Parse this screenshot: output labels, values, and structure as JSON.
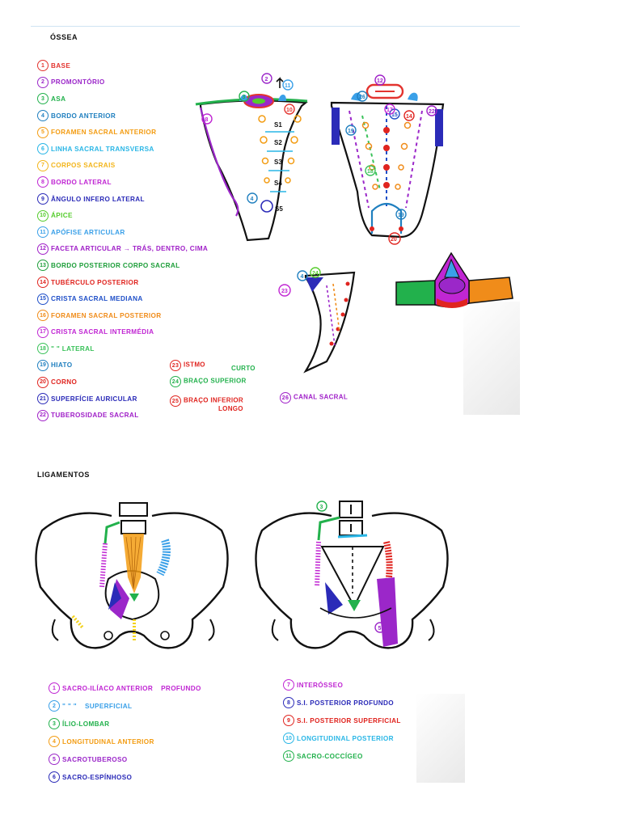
{
  "ossea": {
    "title": "ÓSSEA",
    "legend": [
      {
        "n": "1",
        "label": "BASE",
        "color": "#e3342f"
      },
      {
        "n": "2",
        "label": "PROMONTÓRIO",
        "color": "#9b27c9"
      },
      {
        "n": "3",
        "label": "ASA",
        "color": "#22b14c"
      },
      {
        "n": "4",
        "label": "BORDO ANTERIOR",
        "color": "#1f7fbf"
      },
      {
        "n": "5",
        "label": "FORAMEN SACRAL ANTERIOR",
        "color": "#f39c12"
      },
      {
        "n": "6",
        "label": "LINHA SACRAL TRANSVERSA",
        "color": "#29b6e6"
      },
      {
        "n": "7",
        "label": "CORPOS SACRAIS",
        "color": "#f3b51b"
      },
      {
        "n": "8",
        "label": "BORDO LATERAL",
        "color": "#c026d3"
      },
      {
        "n": "9",
        "label": "ÂNGULO INFERO LATERAL",
        "color": "#2b2bb8"
      },
      {
        "n": "10",
        "label": "ÁPICE",
        "color": "#55cc2c"
      },
      {
        "n": "11",
        "label": "APÓFISE ARTICULAR",
        "color": "#3aa0e8"
      },
      {
        "n": "12",
        "label": "FACETA ARTICULAR → TRÁS, DENTRO, CIMA",
        "color": "#a020c8"
      },
      {
        "n": "13",
        "label": "BORDO POSTERIOR CORPO SACRAL",
        "color": "#1e9e3a"
      },
      {
        "n": "14",
        "label": "TUBÉRCULO POSTERIOR",
        "color": "#e0241f"
      },
      {
        "n": "15",
        "label": "CRISTA SACRAL MEDIANA",
        "color": "#1f4fc8"
      },
      {
        "n": "16",
        "label": "FORAMEN SACRAL POSTERIOR",
        "color": "#f08c1a"
      },
      {
        "n": "17",
        "label": "CRISTA SACRAL INTERMÉDIA",
        "color": "#c026d3"
      },
      {
        "n": "18",
        "label": "\"         \"        LATERAL",
        "color": "#3ac25a"
      },
      {
        "n": "19",
        "label": "HIATO",
        "color": "#1f7fbf"
      },
      {
        "n": "20",
        "label": "CORNO",
        "color": "#e0241f"
      },
      {
        "n": "21",
        "label": "SUPERFÍCIE AURICULAR",
        "color": "#2b2bb8"
      },
      {
        "n": "22",
        "label": "TUBEROSIDADE SACRAL",
        "color": "#a020c8"
      }
    ],
    "extra": {
      "istmo_num": "23",
      "istmo": "ISTMO",
      "curto": "CURTO",
      "braco_sup_num": "24",
      "braco_sup": "BRAÇO SUPERIOR",
      "braco_inf_num": "25",
      "braco_inf": "BRAÇO INFERIOR",
      "longo": "LONGO",
      "canal_num": "26",
      "canal": "CANAL SACRAL"
    },
    "vertebrae": [
      "S1",
      "S2",
      "S3",
      "S4",
      "S5"
    ]
  },
  "ligamentos": {
    "title": "LIGAMENTOS",
    "legend_left": [
      {
        "n": "1",
        "label": "SACRO-ILÍACO ANTERIOR PROFUNDO",
        "color": "#c026d3",
        "parts": [
          "SACRO-ILÍACO ANTERIOR",
          "PROFUNDO"
        ]
      },
      {
        "n": "2",
        "label": "\"  \"  \"  SUPERFICIAL",
        "color": "#3aa0e8",
        "parts": [
          "\"         \"        \"",
          "SUPERFICIAL"
        ]
      },
      {
        "n": "3",
        "label": "ÍLIO-LOMBAR",
        "color": "#22b14c"
      },
      {
        "n": "4",
        "label": "LONGITUDINAL ANTERIOR",
        "color": "#f39c12"
      },
      {
        "n": "5",
        "label": "SACROTUBEROSO",
        "color": "#9b27c9"
      },
      {
        "n": "6",
        "label": "SACRO-ESPÍNHOSO",
        "color": "#2b2bb8"
      }
    ],
    "legend_right": [
      {
        "n": "7",
        "label": "INTERÓSSEO",
        "color": "#c026d3"
      },
      {
        "n": "8",
        "label": "S.I. POSTERIOR PROFUNDO",
        "color": "#2b2bb8"
      },
      {
        "n": "9",
        "label": "S.I. POSTERIOR SUPERFICIAL",
        "color": "#e0241f"
      },
      {
        "n": "10",
        "label": "LONGITUDINAL POSTERIOR",
        "color": "#29b6e6"
      },
      {
        "n": "11",
        "label": "SACRO-COCCÍGEO",
        "color": "#22b14c"
      }
    ]
  },
  "colors": {
    "outline": "#111111",
    "panel": "#ffffff"
  }
}
